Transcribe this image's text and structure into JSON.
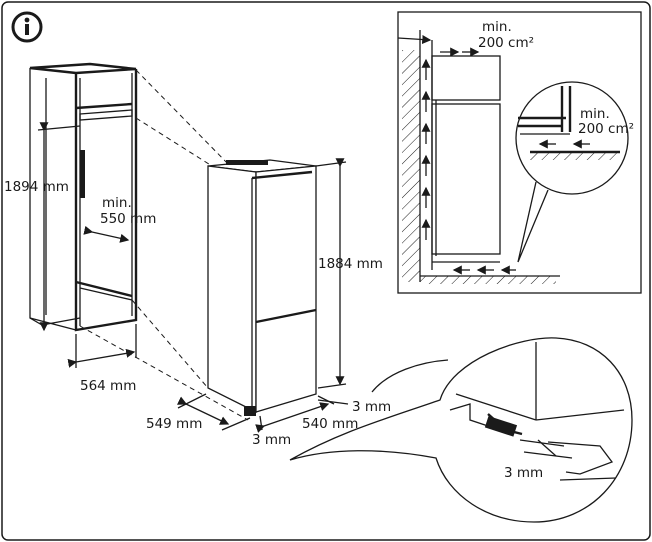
{
  "icons": {
    "info": "info-icon"
  },
  "niche": {
    "height": "1894 mm",
    "depth_min": "min.",
    "depth_value": "550 mm",
    "width": "564 mm"
  },
  "fridge": {
    "height": "1884 mm",
    "depth": "549 mm",
    "width": "540 mm",
    "gap_side": "3 mm",
    "gap_front": "3 mm"
  },
  "ventilation": {
    "top_min": "min.",
    "top_value": "200 cm²",
    "bottom_min": "min.",
    "bottom_value": "200 cm²"
  },
  "detail": {
    "gap": "3 mm"
  }
}
